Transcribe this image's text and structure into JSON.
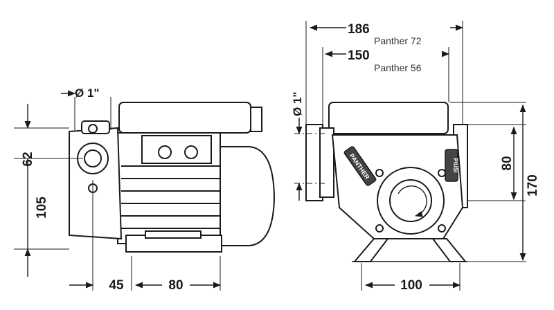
{
  "diagram": {
    "side_view": {
      "diameter_label": "Ø 1\"",
      "dim_62": "62",
      "dim_105": "105",
      "dim_45": "45",
      "dim_80": "80"
    },
    "front_view": {
      "dim_186": "186",
      "model_72": "Panther 72",
      "dim_150": "150",
      "model_56": "Panther 56",
      "diameter_label": "Ø 1\"",
      "dim_80": "80",
      "dim_170": "170",
      "dim_100": "100",
      "plate_left": "PANTHER",
      "plate_right": "PIUSI"
    }
  }
}
